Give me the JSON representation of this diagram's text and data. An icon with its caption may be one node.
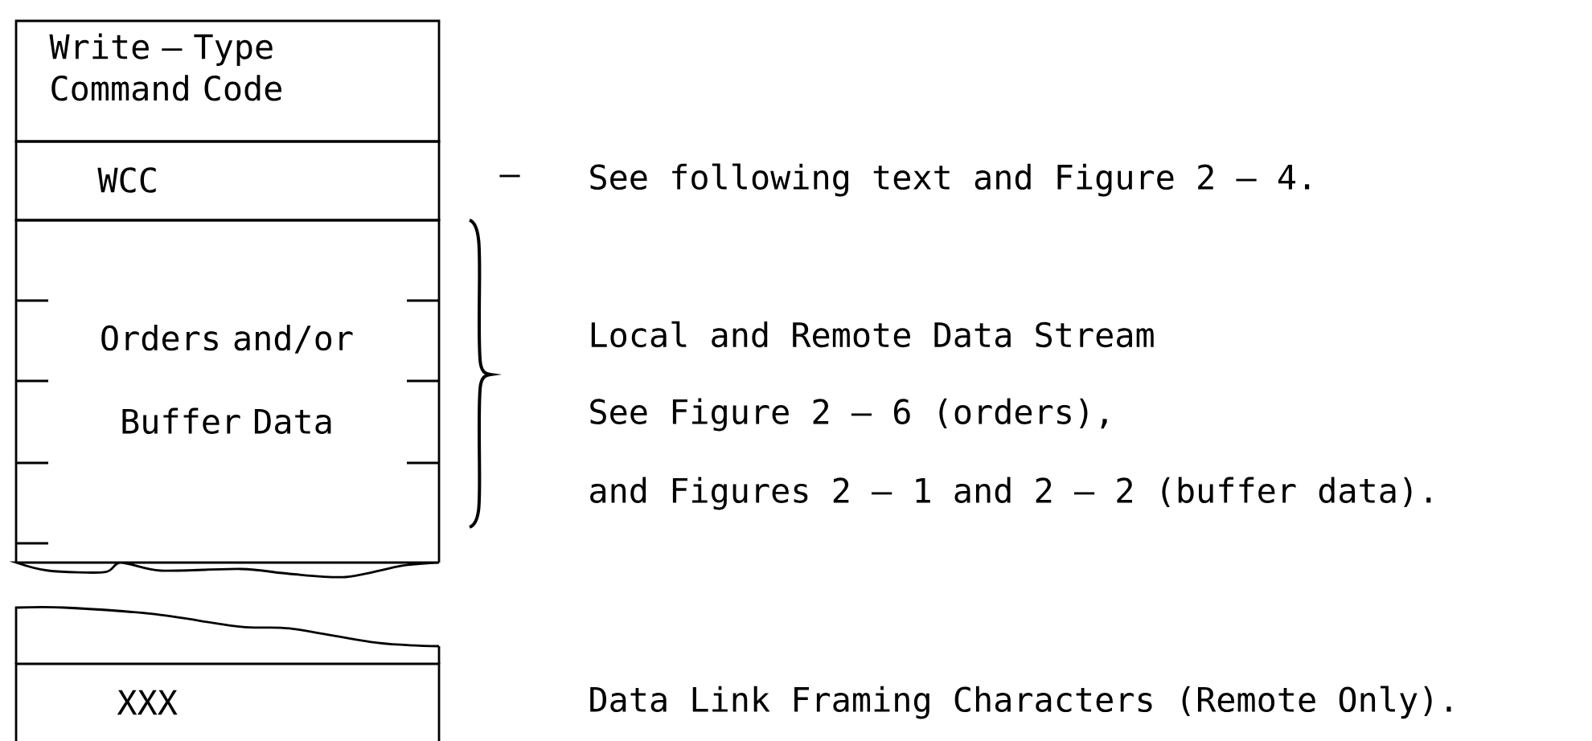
{
  "diagram": {
    "nodes": [
      {
        "text": [
          "Write – Type Command Code"
        ]
      },
      {
        "text": [
          "WCC"
        ]
      },
      {
        "text": [
          "Orders and/or Buffer Data"
        ]
      },
      {
        "text": [
          "XXX"
        ]
      }
    ],
    "labels": [
      "–",
      "See following text and Figure 2 – 4.",
      "Local and Remote Data Stream",
      "See Figure 2 – 6 (orders),",
      "and Figures 2 – 1 and 2 – 2 (buffer data).",
      "Data Link Framing Characters (Remote Only)."
    ]
  }
}
